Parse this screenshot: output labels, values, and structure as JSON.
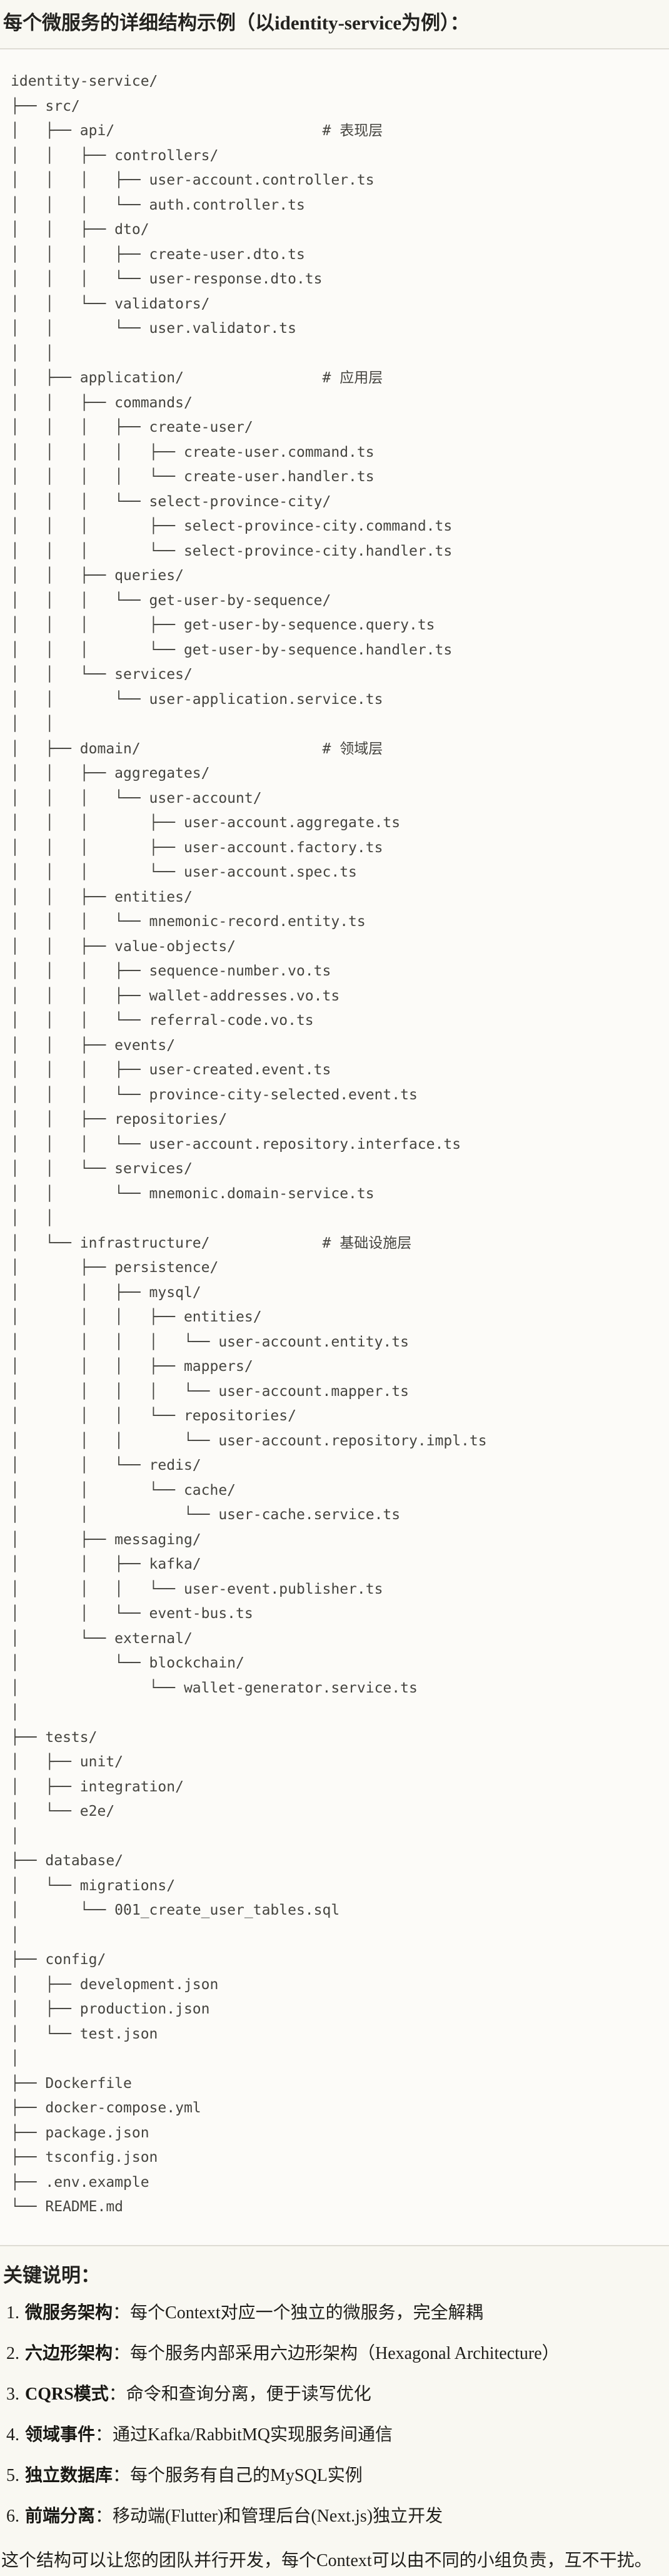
{
  "heading": "每个微服务的详细结构示例（以identity-service为例）：",
  "colors": {
    "page_bg": "#F9F8F2",
    "code_bg": "#FCFBF8",
    "code_border": "#DEDCD4",
    "code_text": "#45443F",
    "text": "#201F1B"
  },
  "tree": {
    "lines": [
      "identity-service/",
      "├── src/",
      "│   ├── api/                        # 表现层",
      "│   │   ├── controllers/",
      "│   │   │   ├── user-account.controller.ts",
      "│   │   │   └── auth.controller.ts",
      "│   │   ├── dto/",
      "│   │   │   ├── create-user.dto.ts",
      "│   │   │   └── user-response.dto.ts",
      "│   │   └── validators/",
      "│   │       └── user.validator.ts",
      "│   │",
      "│   ├── application/                # 应用层",
      "│   │   ├── commands/",
      "│   │   │   ├── create-user/",
      "│   │   │   │   ├── create-user.command.ts",
      "│   │   │   │   └── create-user.handler.ts",
      "│   │   │   └── select-province-city/",
      "│   │   │       ├── select-province-city.command.ts",
      "│   │   │       └── select-province-city.handler.ts",
      "│   │   ├── queries/",
      "│   │   │   └── get-user-by-sequence/",
      "│   │   │       ├── get-user-by-sequence.query.ts",
      "│   │   │       └── get-user-by-sequence.handler.ts",
      "│   │   └── services/",
      "│   │       └── user-application.service.ts",
      "│   │",
      "│   ├── domain/                     # 领域层",
      "│   │   ├── aggregates/",
      "│   │   │   └── user-account/",
      "│   │   │       ├── user-account.aggregate.ts",
      "│   │   │       ├── user-account.factory.ts",
      "│   │   │       └── user-account.spec.ts",
      "│   │   ├── entities/",
      "│   │   │   └── mnemonic-record.entity.ts",
      "│   │   ├── value-objects/",
      "│   │   │   ├── sequence-number.vo.ts",
      "│   │   │   ├── wallet-addresses.vo.ts",
      "│   │   │   └── referral-code.vo.ts",
      "│   │   ├── events/",
      "│   │   │   ├── user-created.event.ts",
      "│   │   │   └── province-city-selected.event.ts",
      "│   │   ├── repositories/",
      "│   │   │   └── user-account.repository.interface.ts",
      "│   │   └── services/",
      "│   │       └── mnemonic.domain-service.ts",
      "│   │",
      "│   └── infrastructure/             # 基础设施层",
      "│       ├── persistence/",
      "│       │   ├── mysql/",
      "│       │   │   ├── entities/",
      "│       │   │   │   └── user-account.entity.ts",
      "│       │   │   ├── mappers/",
      "│       │   │   │   └── user-account.mapper.ts",
      "│       │   │   └── repositories/",
      "│       │   │       └── user-account.repository.impl.ts",
      "│       │   └── redis/",
      "│       │       └── cache/",
      "│       │           └── user-cache.service.ts",
      "│       ├── messaging/",
      "│       │   ├── kafka/",
      "│       │   │   └── user-event.publisher.ts",
      "│       │   └── event-bus.ts",
      "│       └── external/",
      "│           └── blockchain/",
      "│               └── wallet-generator.service.ts",
      "│",
      "├── tests/",
      "│   ├── unit/",
      "│   ├── integration/",
      "│   └── e2e/",
      "│",
      "├── database/",
      "│   └── migrations/",
      "│       └── 001_create_user_tables.sql",
      "│",
      "├── config/",
      "│   ├── development.json",
      "│   ├── production.json",
      "│   └── test.json",
      "│",
      "├── Dockerfile",
      "├── docker-compose.yml",
      "├── package.json",
      "├── tsconfig.json",
      "├── .env.example",
      "└── README.md"
    ]
  },
  "notes": {
    "title": "关键说明：",
    "items": [
      {
        "num": "1.",
        "label": "微服务架构",
        "text": "：每个Context对应一个独立的微服务，完全解耦"
      },
      {
        "num": "2.",
        "label": "六边形架构",
        "text": "：每个服务内部采用六边形架构（Hexagonal Architecture）"
      },
      {
        "num": "3.",
        "label": "CQRS模式",
        "text": "：命令和查询分离，便于读写优化"
      },
      {
        "num": "4.",
        "label": "领域事件",
        "text": "：通过Kafka/RabbitMQ实现服务间通信"
      },
      {
        "num": "5.",
        "label": "独立数据库",
        "text": "：每个服务有自己的MySQL实例"
      },
      {
        "num": "6.",
        "label": "前端分离",
        "text": "：移动端(Flutter)和管理后台(Next.js)独立开发"
      }
    ]
  },
  "closing": "这个结构可以让您的团队并行开发，每个Context可以由不同的小组负责，互不干扰。"
}
